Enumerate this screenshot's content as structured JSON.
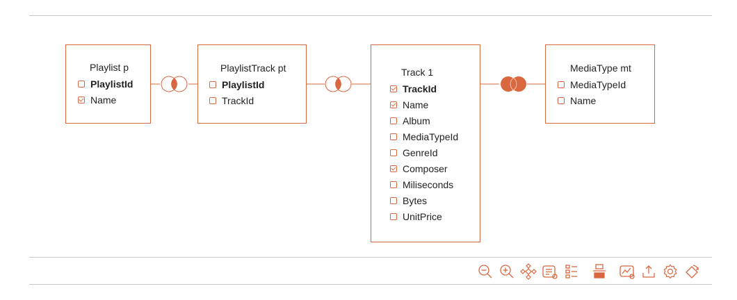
{
  "accent_color": "#d9673f",
  "tables": [
    {
      "title": "Playlist p",
      "fields": [
        {
          "label": "PlaylistId",
          "key": true,
          "checked": false
        },
        {
          "label": "Name",
          "key": false,
          "checked": true
        }
      ]
    },
    {
      "title": "PlaylistTrack pt",
      "fields": [
        {
          "label": "PlaylistId",
          "key": true,
          "checked": false
        },
        {
          "label": "TrackId",
          "key": false,
          "checked": false
        }
      ]
    },
    {
      "title": "Track 1",
      "fields": [
        {
          "label": "TrackId",
          "key": true,
          "checked": true
        },
        {
          "label": "Name",
          "key": false,
          "checked": true
        },
        {
          "label": "Album",
          "key": false,
          "checked": false
        },
        {
          "label": "MediaTypeId",
          "key": false,
          "checked": false
        },
        {
          "label": "GenreId",
          "key": false,
          "checked": false
        },
        {
          "label": "Composer",
          "key": false,
          "checked": true
        },
        {
          "label": "Miliseconds",
          "key": false,
          "checked": false
        },
        {
          "label": "Bytes",
          "key": false,
          "checked": false
        },
        {
          "label": "UnitPrice",
          "key": false,
          "checked": false
        }
      ]
    },
    {
      "title": "MediaType mt",
      "fields": [
        {
          "label": "MediaTypeId",
          "key": false,
          "checked": false
        },
        {
          "label": "Name",
          "key": false,
          "checked": false
        }
      ]
    }
  ],
  "joins": [
    {
      "type": "inner-join"
    },
    {
      "type": "inner-join"
    },
    {
      "type": "full-outer-join"
    }
  ],
  "toolbar": [
    {
      "icon": "zoom-out-icon"
    },
    {
      "icon": "zoom-in-icon"
    },
    {
      "icon": "move-icon"
    },
    {
      "icon": "properties-icon"
    },
    {
      "icon": "tree-icon"
    },
    {
      "icon": "print-icon"
    },
    {
      "icon": "chart-settings-icon"
    },
    {
      "icon": "upload-icon"
    },
    {
      "icon": "settings-icon"
    },
    {
      "icon": "rotate-icon"
    }
  ]
}
